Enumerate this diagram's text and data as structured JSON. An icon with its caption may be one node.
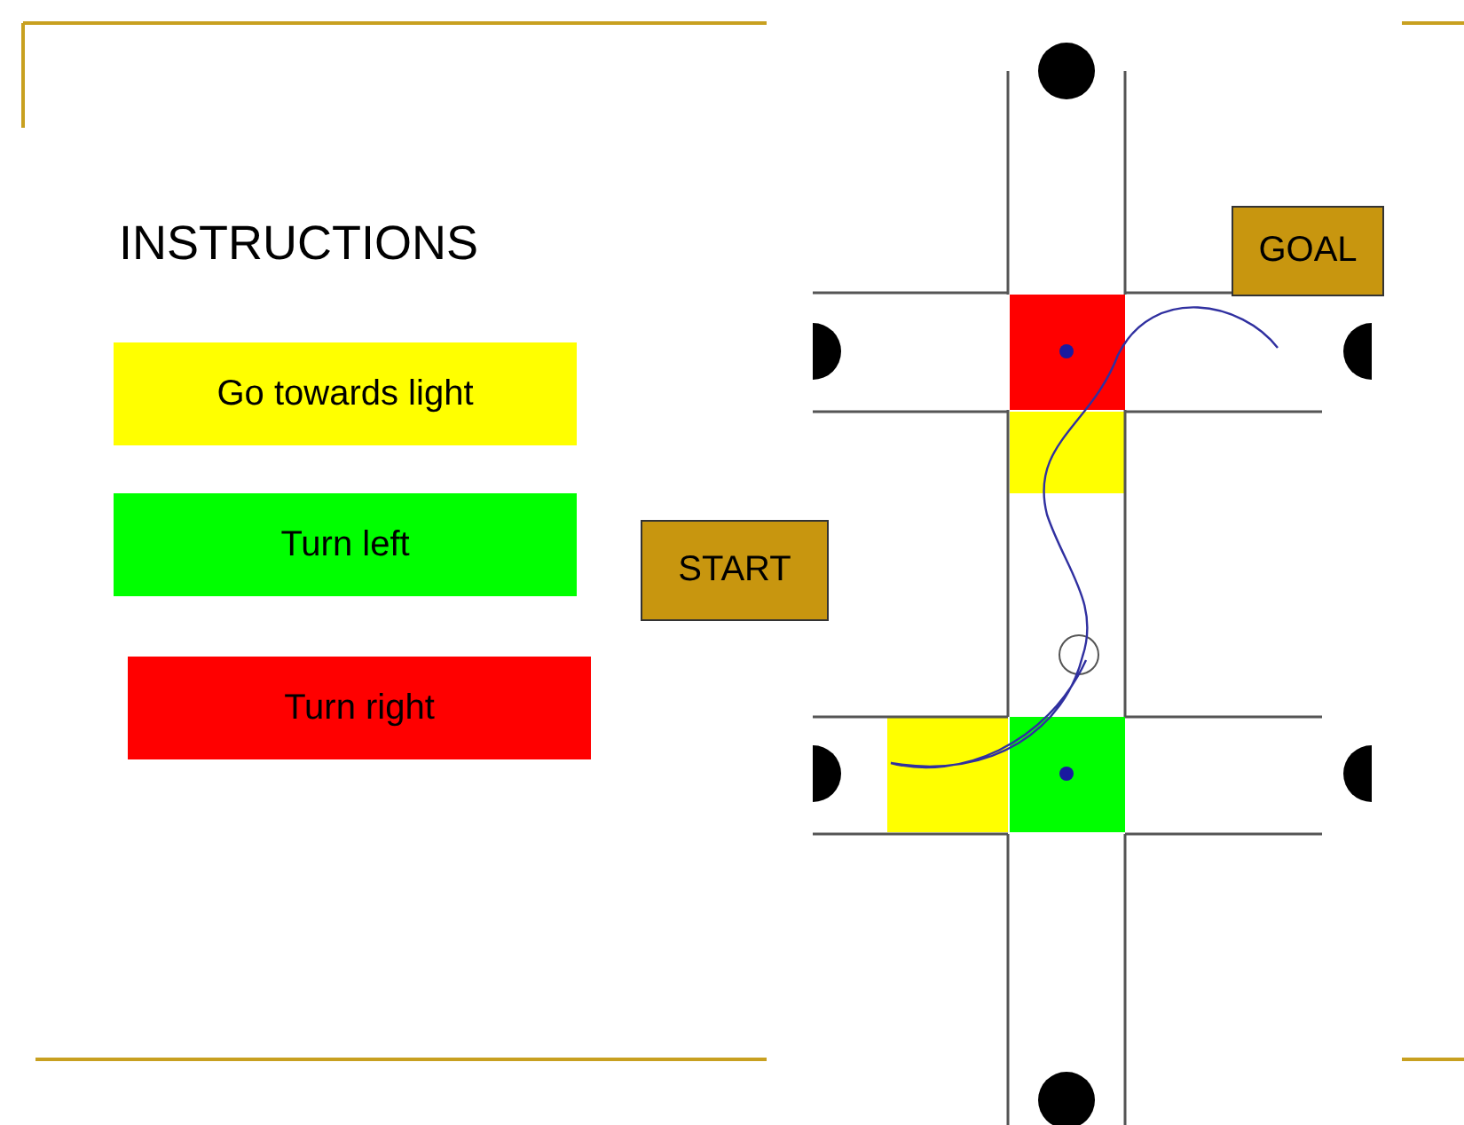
{
  "diagram": {
    "nodes": [
      {
        "text": [
          "START"
        ]
      },
      {
        "text": [
          "GOAL"
        ]
      }
    ],
    "labels": [
      "INSTRUCTIONS"
    ],
    "legend": [
      {
        "text": "Go towards light",
        "color": "#ffff00"
      },
      {
        "text": "Turn left",
        "color": "#00ff00"
      },
      {
        "text": "Turn right",
        "color": "#ff0000"
      }
    ]
  }
}
